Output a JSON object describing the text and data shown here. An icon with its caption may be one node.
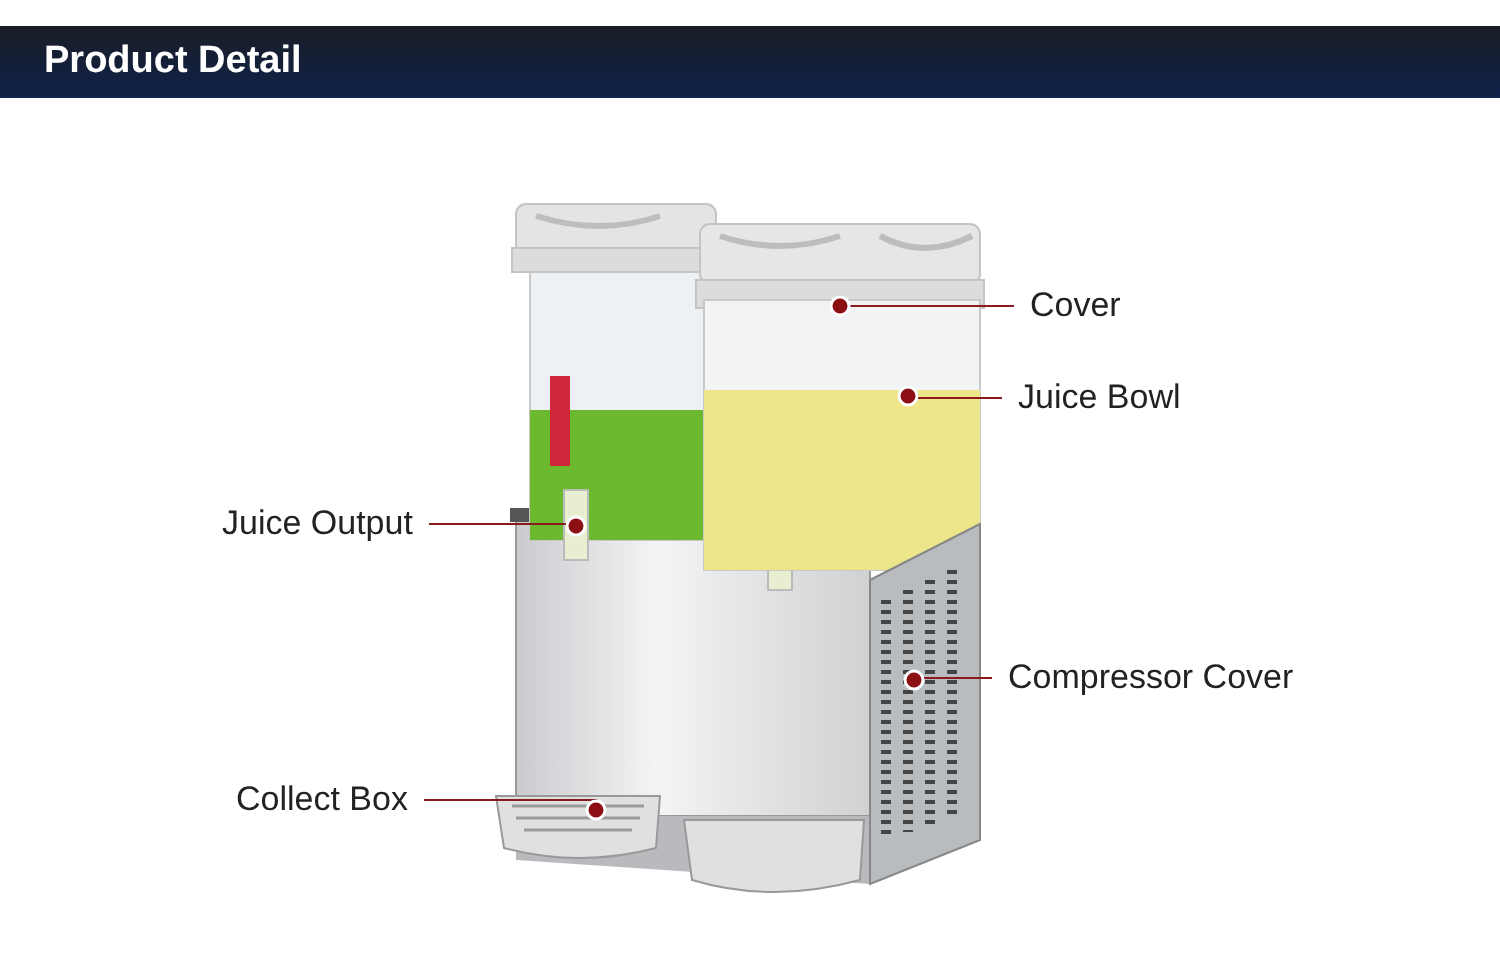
{
  "diagram": {
    "title": "Product Detail",
    "nodes": [
      {
        "text": [
          "Cover"
        ]
      },
      {
        "text": [
          "Juice Bowl"
        ]
      },
      {
        "text": [
          "Juice Output"
        ]
      },
      {
        "text": [
          "Compressor Cover"
        ]
      },
      {
        "text": [
          "Collect Box"
        ]
      },
      {
        "text": [],
        "shape": "picture"
      },
      {
        "text": [],
        "shape": "picture"
      },
      {
        "text": [],
        "shape": "picture"
      },
      {
        "text": [],
        "shape": "picture"
      },
      {
        "text": [],
        "shape": "picture"
      }
    ],
    "edges": [
      {
        "from": 0,
        "to": 5,
        "arrow": "other"
      },
      {
        "from": 1,
        "to": 6,
        "arrow": "other"
      },
      {
        "from": 2,
        "to": 7,
        "arrow": "other"
      },
      {
        "from": 3,
        "to": 8,
        "arrow": "other"
      },
      {
        "from": 4,
        "to": 9,
        "arrow": "other"
      }
    ]
  }
}
